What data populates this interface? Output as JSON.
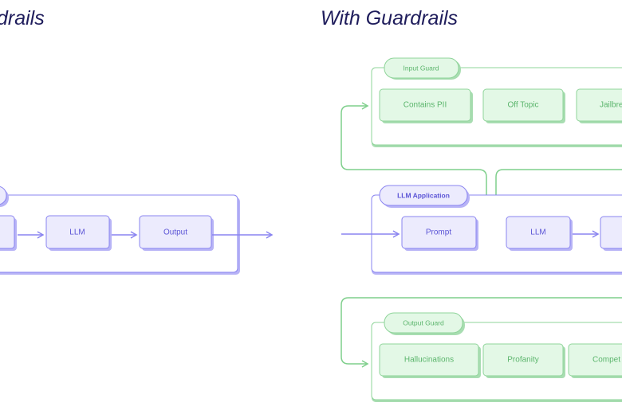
{
  "titles": {
    "left": "drails",
    "right": "With Guardrails"
  },
  "left": {
    "nodes": [
      "LLM",
      "Output"
    ]
  },
  "right": {
    "input_guard": {
      "label": "Input Guard",
      "checks": [
        "Contains PII",
        "Off Topic",
        "Jailbre"
      ]
    },
    "llm_application": {
      "label": "LLM Application",
      "nodes": [
        "Prompt",
        "LLM"
      ]
    },
    "output_guard": {
      "label": "Output Guard",
      "checks": [
        "Hallucinations",
        "Profanity",
        "Compet"
      ]
    }
  },
  "colors": {
    "purple_fill": "#ecebfd",
    "purple_stroke": "#8a84f0",
    "purple_text": "#5b54d6",
    "green_fill": "#e3f8e6",
    "green_stroke": "#8fd49a",
    "green_text": "#5bb56c",
    "title": "#1f1d5c"
  }
}
